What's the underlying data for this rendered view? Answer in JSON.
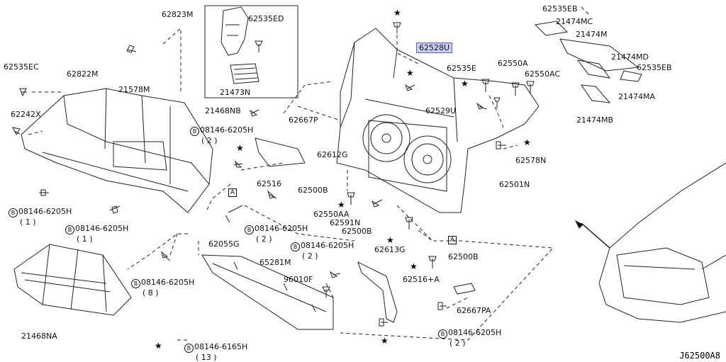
{
  "labels": {
    "p62823M": "62823M",
    "p62535ED": "62535ED",
    "p21473N": "21473N",
    "p21468NB": "21468NB",
    "p62535EC": "62535EC",
    "p62822M": "62822M",
    "p21578M": "21578M",
    "p62242X": "62242X",
    "p62667P": "62667P",
    "p62528U": "62528U",
    "p62535E": "62535E",
    "p62550A": "62550A",
    "p62550AC": "62550AC",
    "p62529U": "62529U",
    "p62535EB_top": "62535EB",
    "p21474MC": "21474MC",
    "p21474M": "21474M",
    "p21474MD": "21474MD",
    "p62535EB": "62535EB",
    "p21474MA": "21474MA",
    "p21474MB": "21474MB",
    "p62578N": "62578N",
    "p62612G": "62612G",
    "p62516": "62516",
    "p62500B_1": "62500B",
    "p62501N": "62501N",
    "p62550AA": "62550AA",
    "p62591N": "62591N",
    "p62500B_2": "62500B",
    "p62613G": "62613G",
    "p62500B_3": "62500B",
    "p62055G": "62055G",
    "p65281M": "65281M",
    "p96010F": "96010F",
    "p62516A": "62516+A",
    "p62667PA": "62667PA",
    "p21468NA": "21468NA"
  },
  "bolt_refs": {
    "b1_num": "08146-6205H",
    "b1_qty": "( 2 )",
    "b2_num": "08146-6205H",
    "b2_qty": "( 1 )",
    "b3_num": "08146-6205H",
    "b3_qty": "( 1 )",
    "b4_num": "08146-6205H",
    "b4_qty": "( 2 )",
    "b5_num": "08146-6205H",
    "b5_qty": "( 2 )",
    "b6_num": "08146-6205H",
    "b6_qty": "( 8 )",
    "b7_num": "08146-6205H",
    "b7_qty": "( 2 )",
    "b8_num": "08146-6165H",
    "b8_qty": "( 13 )",
    "circle_letter": "B"
  },
  "markers": {
    "ref_a": "A",
    "star": "★"
  },
  "diagram_code": "J62500A8"
}
